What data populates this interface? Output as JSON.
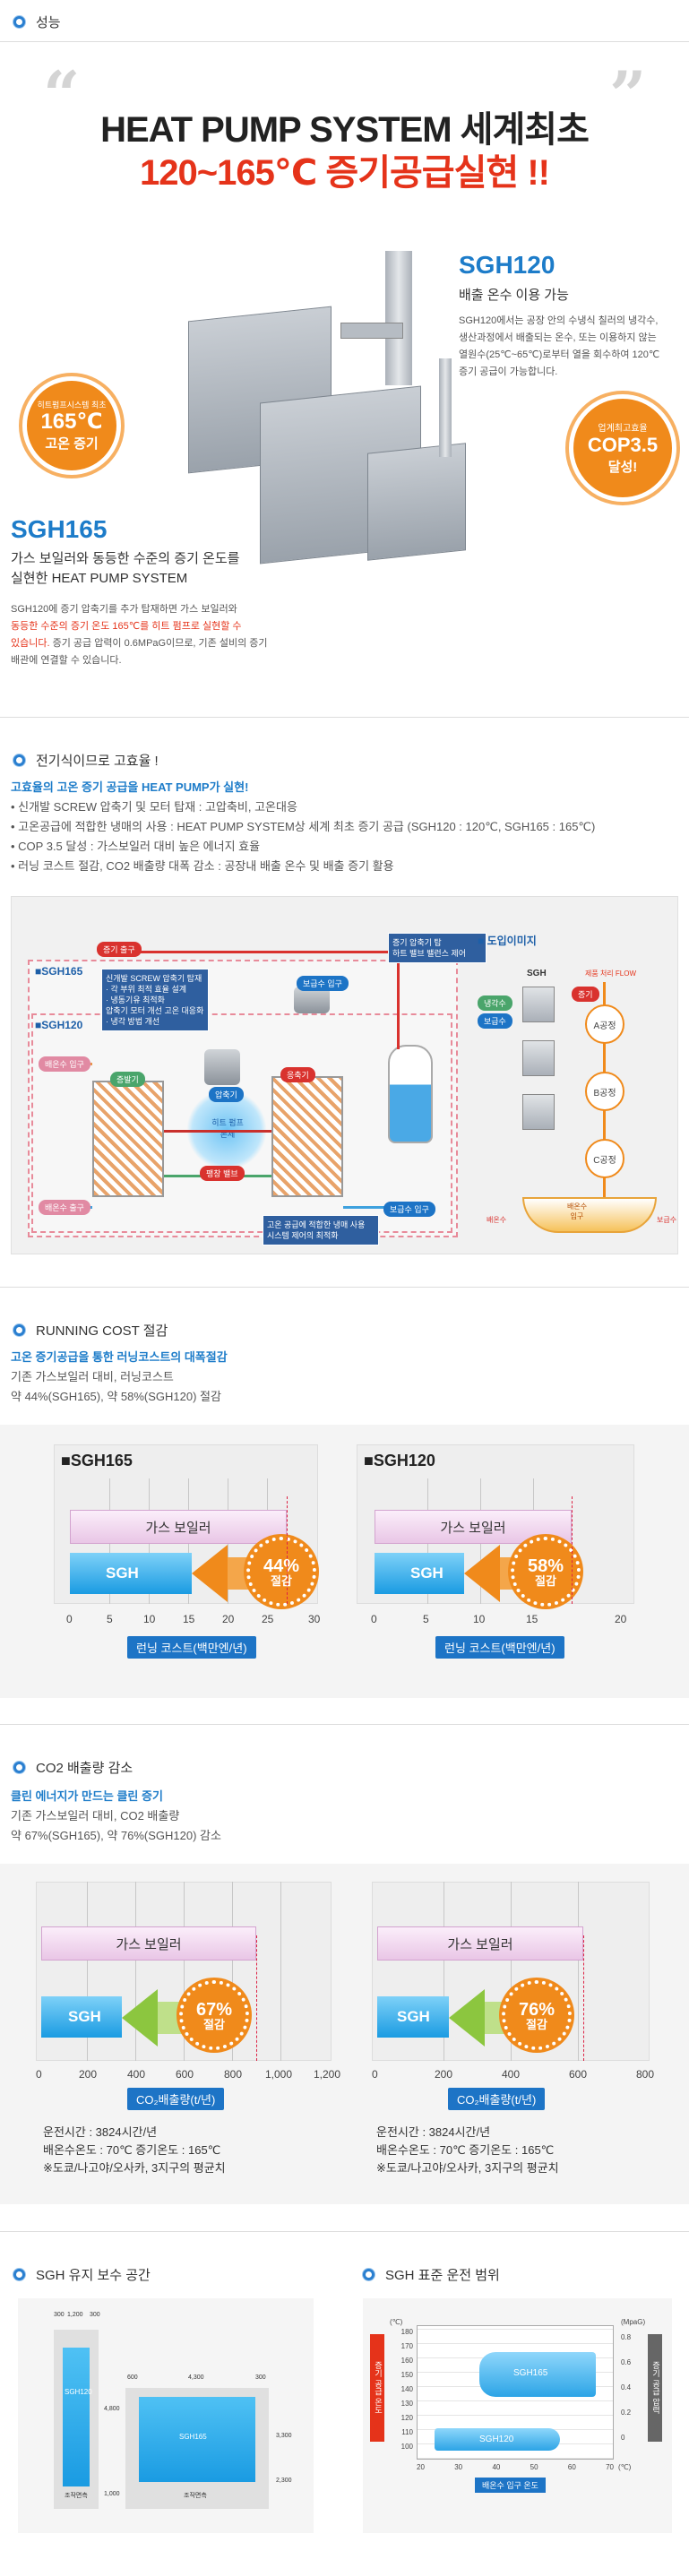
{
  "header": {
    "label": "성능"
  },
  "hero": {
    "title_line1": "HEAT PUMP SYSTEM 세계최초",
    "title_line2": "120~165℃ 증기공급실현 !!",
    "sgh120": {
      "name": "SGH120",
      "subtitle": "배출 온수 이용 가능",
      "desc": [
        "SGH120에서는 공장 안의 수냉식 칠러의 냉각수,",
        "생산과정에서 배출되는 온수, 또는 이용하지 않는",
        "열원수(25℃~65℃)로부터 열을 회수하여 120℃",
        "증기 공급이 가능합니다."
      ]
    },
    "sgh165": {
      "name": "SGH165",
      "subtitle_line1": "가스 보일러와 동등한 수준의 증기 온도를",
      "subtitle_line2": "실현한 HEAT PUMP SYSTEM",
      "desc_l1": "SGH120에 증기 압축기를 추가 탑재하면 가스 보일러와",
      "desc_l2": "동등한 수준의 증기 온도 165℃를 히트 펌프로 실현할 수",
      "desc_l3a": "있습니다.",
      "desc_l3b": " 증기 공급 압력이 0.6MPaG이므로, 기존 설비의 증기",
      "desc_l4": "배관에 연결할 수 있습니다."
    },
    "badge_left": {
      "small": "히트펌프시스템 최초",
      "big": "165℃",
      "sub": "고온 증기"
    },
    "badge_right": {
      "small": "업계최고효율",
      "big": "COP3.5",
      "sub": "달성!"
    }
  },
  "elec": {
    "section": "전기식이므로 고효율 !",
    "lead": "고효율의 고온 증기 공급을 HEAT PUMP가 실현!",
    "items": [
      {
        "k": "신개발 SCREW 압축기 및 모터 탑재 :",
        "v": " 고압축비, 고온대응"
      },
      {
        "k": "고온공급에 적합한 냉매의 사용 :",
        "v": " HEAT PUMP SYSTEM상 세계 최초 증기 공급 (SGH120 : 120℃, SGH165 : 165℃)"
      },
      {
        "k": "COP 3.5 달성 :",
        "v": " 가스보일러 대비 높은 에너지 효율"
      },
      {
        "k": "러닝 코스트 절감, CO2 배출량 대폭 감소 :",
        "v": " 공장내 배출 온수 및 배출 증기 활용"
      }
    ]
  },
  "diagram": {
    "sgh165": "■SGH165",
    "sgh120": "■SGH120",
    "intro_title": "■ 도입이미지",
    "callout_top": "증기 압축기 탑\n하트 밸브 밸런스 제어",
    "callout_mid": "신개발 SCREW 압축기 탑재\n· 각 부위 최적 효율 설계\n· 냉동기유 최적화\n압축기 모터 개선 고온 대응화\n· 냉각 방법 개선",
    "callout_low": "고온 공급에 적합한 냉매 사용\n시스템 제어의 최적화",
    "labels": {
      "steam_out": "증기 출구",
      "feed_in": "보급수 입구",
      "compressor": "압축기",
      "hotwater_in": "배온수 입구",
      "hotwater_out": "배온수 출구",
      "evaporator": "증발기",
      "condenser": "응축기",
      "heat_pump": "히트 펌프\n본체",
      "expansion": "팽창 밸브",
      "feed_in2": "보급수 입구",
      "sgh": "SGH",
      "steam": "증기",
      "feed": "보급수",
      "proc_a": "A공정",
      "proc_b": "B공정",
      "proc_c": "C공정",
      "hotwater_water": "배온수",
      "feed_water": "보급수",
      "plant_use": "제품 처리 FLOW",
      "cool": "냉각수",
      "hot_in": "배온수\n입구"
    }
  },
  "running": {
    "section": "RUNNING COST 절감",
    "lead": "고온 증기공급을 통한 러닝코스트의 대폭절감",
    "l2": "기존 가스보일러 대비, 러닝코스트",
    "l3": "약 44%(SGH165), 약 58%(SGH120) 절감",
    "charts": [
      {
        "title": "■SGH165",
        "gas": "가스 보일러",
        "sgh": "SGH",
        "save": "44%",
        "save_lbl": "절감",
        "ticks": [
          "0",
          "5",
          "10",
          "15",
          "20",
          "25",
          "30"
        ],
        "axis": "런닝 코스트(백만엔/년)"
      },
      {
        "title": "■SGH120",
        "gas": "가스 보일러",
        "sgh": "SGH",
        "save": "58%",
        "save_lbl": "절감",
        "ticks": [
          "0",
          "5",
          "10",
          "15",
          "20"
        ],
        "axis": "런닝 코스트(백만엔/년)"
      }
    ]
  },
  "co2": {
    "section": "CO2 배출량 감소",
    "lead": "클린 에너지가 만드는 클린 증기",
    "l2": "기존 가스보일러 대비, CO2 배출량",
    "l3": "약 67%(SGH165), 약 76%(SGH120) 감소",
    "charts": [
      {
        "gas": "가스 보일러",
        "sgh": "SGH",
        "save": "67%",
        "save_lbl": "절감",
        "ticks": [
          "0",
          "200",
          "400",
          "600",
          "800",
          "1,000",
          "1,200"
        ],
        "axis": "CO₂배출량(t/년)",
        "n1": "운전시간 : 3824시간/년",
        "n2": "배온수온도 : 70℃ 증기온도 : 165℃",
        "n3": "※도쿄/나고야/오사카, 3지구의 평균치"
      },
      {
        "gas": "가스 보일러",
        "sgh": "SGH",
        "save": "76%",
        "save_lbl": "절감",
        "ticks": [
          "0",
          "200",
          "400",
          "600",
          "800"
        ],
        "axis": "CO₂배출량(t/년)",
        "n1": "운전시간 : 3824시간/년",
        "n2": "배온수온도 : 70℃ 증기온도 : 165℃",
        "n3": "※도쿄/나고야/오사카, 3지구의 평균치"
      }
    ]
  },
  "maint": {
    "section": "SGH 유지 보수 공간",
    "dims": {
      "d1": "300",
      "d2": "1,200",
      "d3": "300",
      "d4": "600",
      "d5": "4,300",
      "d6": "300",
      "v1": "4,800",
      "v2": "3,300",
      "v3": "2,300",
      "v4": "1,000"
    },
    "sgh120": "SGH120",
    "sgh165": "SGH165",
    "front1": "조작면측",
    "front2": "조작면측"
  },
  "range": {
    "section": "SGH 표준 운전 범위",
    "left_unit": "(℃)",
    "right_unit": "(MpaG)",
    "left_ticks": [
      "180",
      "170",
      "160",
      "150",
      "140",
      "130",
      "120",
      "110",
      "100"
    ],
    "right_ticks": [
      "0.8",
      "0.6",
      "0.4",
      "0.2",
      "0"
    ],
    "x_ticks": [
      "20",
      "30",
      "40",
      "50",
      "60",
      "70"
    ],
    "x_unit": "(℃)",
    "xlabel": "배온수 입구 온도",
    "ylabel_l": "증기 공급 온도",
    "ylabel_r": "증기 공급 압력",
    "sgh165": "SGH165",
    "sgh120": "SGH120"
  }
}
